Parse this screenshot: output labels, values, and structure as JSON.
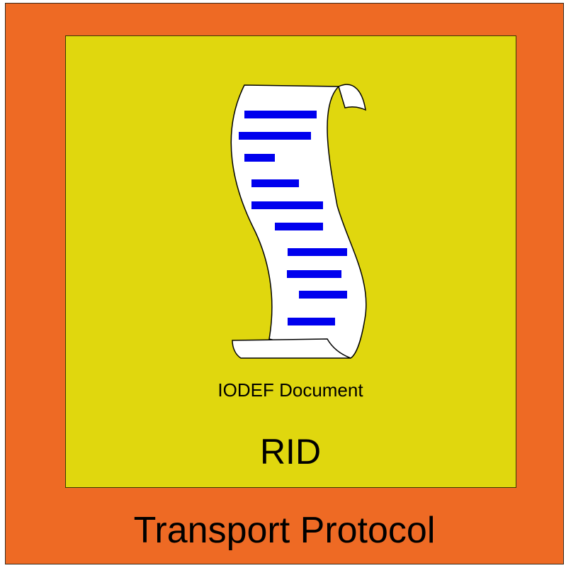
{
  "colors": {
    "transport_layer": "#ee6a24",
    "rid_layer": "#e0d70e",
    "document_paper": "#ffffff",
    "document_lines": "#0000ee"
  },
  "layers": {
    "transport": {
      "label": "Transport Protocol"
    },
    "rid": {
      "label": "RID"
    },
    "document": {
      "label": "IODEF Document",
      "icon": "scroll-document-icon"
    }
  }
}
